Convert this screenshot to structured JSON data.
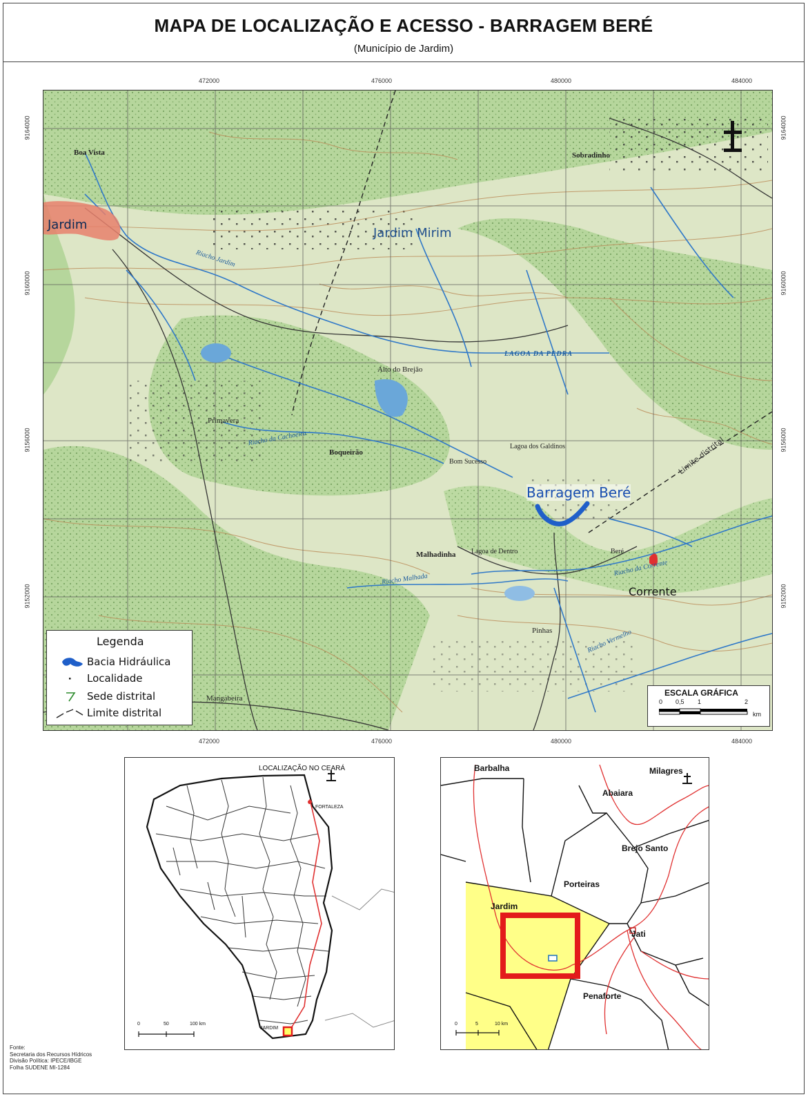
{
  "title": "MAPA DE LOCALIZAÇÃO E ACESSO - BARRAGEM BERÉ",
  "subtitle": "(Município de Jardim)",
  "coords": {
    "x": [
      "472000",
      "476000",
      "480000",
      "484000"
    ],
    "y": [
      "9164000",
      "9160000",
      "9156000",
      "9152000"
    ]
  },
  "places": {
    "jardim": "Jardim",
    "jardim_mirim": "Jardim Mirim",
    "barragem": "Barragem Beré",
    "corrente": "Corrente",
    "limite": "Limite distrital",
    "boa_vista": "Boa Vista",
    "sobradinho": "Sobradinho",
    "alto_brejo": "Alto do Brejão",
    "primavera": "Primavera",
    "bom_sucesso": "Bom Sucesso",
    "lagoa_galdinos": "Lagoa dos Galdinos",
    "lagoa_dentro": "Lagoa de Dentro",
    "bere": "Beré",
    "pinhas": "Pinhas",
    "malhadinha": "Malhadinha",
    "boqueirao": "Boqueirão",
    "mangabeira": "Mangabeira",
    "lagoa_pedra": "LAGOA DA PEDRA"
  },
  "rivers": {
    "riacho_jardim": "Riacho Jardim",
    "riacho_corrente": "Riacho da Corrente",
    "riacho_malhada": "Riacho Malhada",
    "riacho_vermelho": "Riacho Vermelho",
    "riacho_cachoeira": "Riacho da Cachoeira"
  },
  "legend": {
    "title": "Legenda",
    "items": [
      "Bacia Hidráulica",
      "Localidade",
      "Sede distrital",
      "Limite distrital"
    ]
  },
  "scale": {
    "title": "ESCALA GRÁFICA",
    "ticks": [
      "0",
      "0,5",
      "1",
      "2"
    ],
    "unit": "km"
  },
  "inset_ceara": {
    "title": "LOCALIZAÇÃO NO CEARÁ",
    "fortaleza": "FORTALEZA",
    "jardim": "JARDIM",
    "scale": [
      "0",
      "50",
      "100 km"
    ]
  },
  "inset_region": {
    "places": [
      "Barbalha",
      "Milagres",
      "Abaiara",
      "Brejo Santo",
      "Porteiras",
      "Jardim",
      "Jati",
      "Penaforte"
    ],
    "scale": [
      "0",
      "5",
      "10 km"
    ]
  },
  "source": [
    "Fonte:",
    "Secretaria dos Recursos Hídricos",
    "Divisão Política: IPECE/IBGE",
    "Folha SUDENE MI-1284"
  ],
  "colors": {
    "terrain": "#d9e5c3",
    "forest": "#a9cf8e",
    "water": "#1f5fc9",
    "contour": "#b98653",
    "road": "#e03030",
    "highlight": "#ffff88",
    "frame": "#e31b1b"
  }
}
